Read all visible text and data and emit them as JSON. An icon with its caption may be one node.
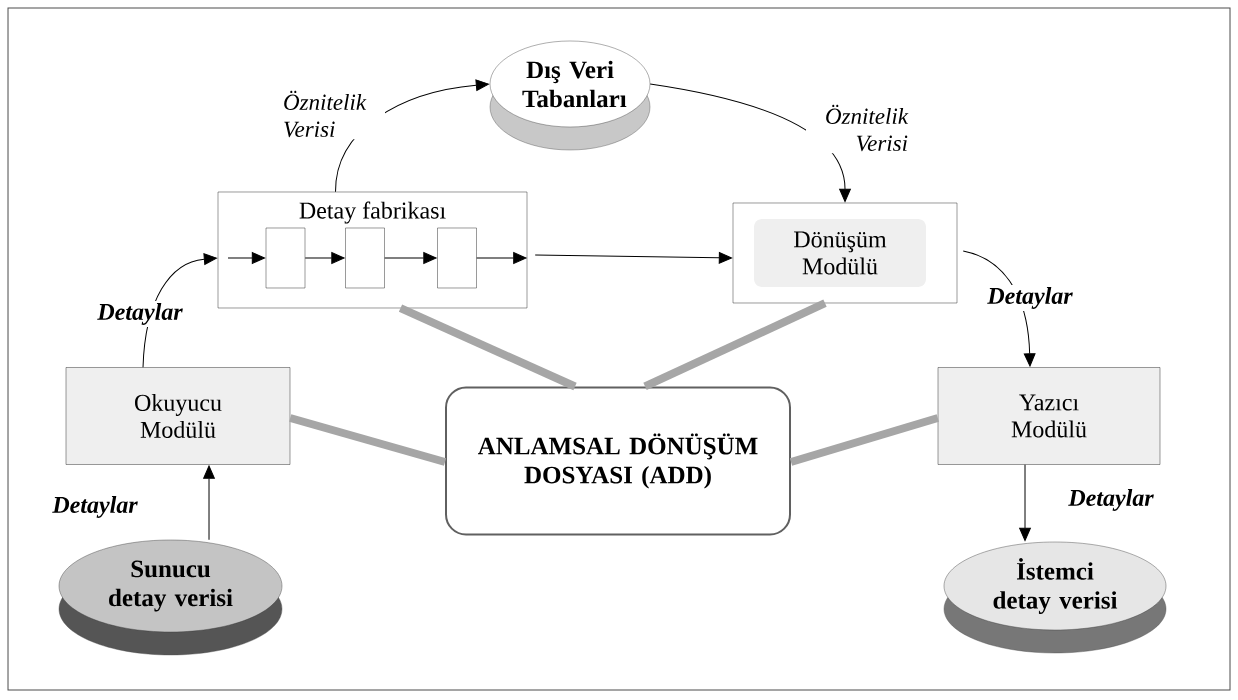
{
  "diagram": {
    "nodes": [
      {
        "text": [
          "Dış Veri Tabanları"
        ]
      },
      {
        "text": [
          "Detay fabrikası"
        ]
      },
      {
        "text": [],
        "shape": "box",
        "in": 1
      },
      {
        "text": [],
        "shape": "box",
        "in": 1
      },
      {
        "text": [],
        "shape": "box",
        "in": 1
      },
      {
        "text": [
          "Dönüşüm Modülü"
        ]
      },
      {
        "text": [
          "Okuyucu Modülü"
        ]
      },
      {
        "text": [
          "ANLAMSAL DÖNÜŞÜM DOSYASI (ADD)"
        ]
      },
      {
        "text": [
          "Yazıcı Modülü"
        ]
      },
      {
        "text": [
          "Sunucu detay verisi"
        ]
      },
      {
        "text": [
          "İstemci detay verisi"
        ]
      }
    ],
    "edges": [
      {
        "from": 1,
        "to": 0,
        "arrow": "to",
        "label": "Öznitelik Verisi"
      },
      {
        "from": 0,
        "to": 5,
        "arrow": "to",
        "label": "Öznitelik Verisi"
      },
      {
        "from": 6,
        "to": 1,
        "arrow": "to",
        "label": "Detaylar"
      },
      {
        "from": null,
        "to": 2,
        "arrow": "to"
      },
      {
        "from": 2,
        "to": 3,
        "arrow": "to"
      },
      {
        "from": 3,
        "to": 4,
        "arrow": "to"
      },
      {
        "from": 4,
        "to": 1,
        "arrow": "to"
      },
      {
        "from": 1,
        "to": 5,
        "arrow": "to"
      },
      {
        "from": 5,
        "to": 8,
        "arrow": "to",
        "label": "Detaylar"
      },
      {
        "from": 9,
        "to": 6,
        "arrow": "to",
        "label": "Detaylar"
      },
      {
        "from": 8,
        "to": 10,
        "arrow": "to",
        "label": "Detaylar"
      },
      {
        "from": 1,
        "to": 7,
        "arrow": "none",
        "style": "thick",
        "color": "#a6a6a6"
      },
      {
        "from": 5,
        "to": 7,
        "arrow": "none",
        "style": "thick",
        "color": "#a6a6a6"
      },
      {
        "from": 6,
        "to": 7,
        "arrow": "none",
        "style": "thick",
        "color": "#a6a6a6"
      },
      {
        "from": 8,
        "to": 7,
        "arrow": "none",
        "style": "thick",
        "color": "#a6a6a6"
      }
    ]
  }
}
